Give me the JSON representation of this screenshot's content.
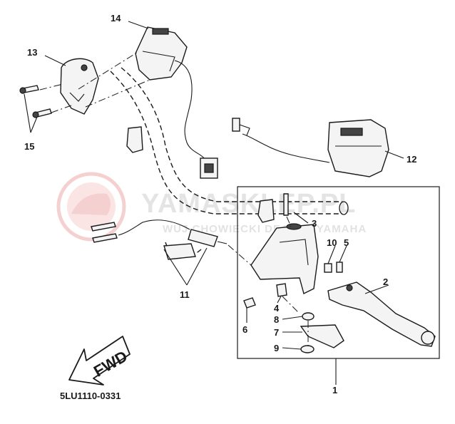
{
  "diagram_code": "5LU1110-0331",
  "direction_label": "FWD",
  "watermark": {
    "brand": "YAMASKLEP.PL",
    "tagline": "WUJ CHOWIECKI DEALER YAMAHA"
  },
  "callouts": {
    "c1": "1",
    "c2": "2",
    "c3": "3",
    "c4": "4",
    "c5": "5",
    "c6": "6",
    "c7": "7",
    "c8": "8",
    "c9": "9",
    "c10": "10",
    "c11": "11",
    "c12": "12",
    "c13": "13",
    "c14": "14",
    "c15": "15"
  }
}
